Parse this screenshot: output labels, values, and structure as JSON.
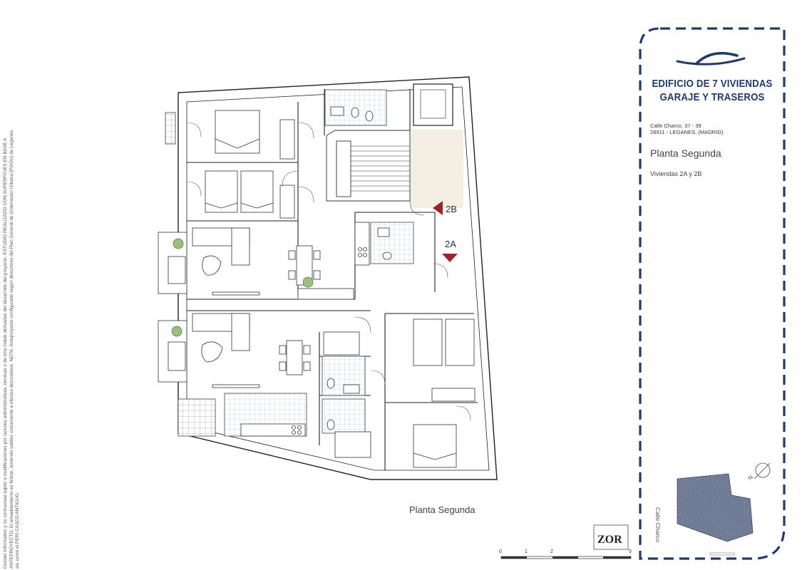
{
  "disclaimer": {
    "line1": "Dossier informativo y no contractual sujeto a modificaciones por razones administrativas, técnicas o de otra índole derivadas del desarrollo del proyecto. ESTUDIO REALIZADO CON SUPERFICIES EN BASE A",
    "line2": "ANTEPROYECTO. El amueblamiento es ficticio, teniendo validez únicamente a efectos decorativos. NOTA: Anteproyecto configurado según directrices del Plan General de Ordenación Urbana (PGOU) de Leganés,",
    "line3": "así como el PERI CASCO ANTIGUO."
  },
  "panel": {
    "title_line1": "EDIFICIO DE 7 VIVIENDAS",
    "title_line2": "GARAJE Y TRASEROS",
    "address_line1": "Calle Charco, 37 - 39",
    "address_line2": "28911 - LEGANES, (MADRID).",
    "floor": "Planta Segunda",
    "units": "Viviendas 2A y 2B",
    "street_label": "Calle Charco",
    "north_label": "N"
  },
  "plan": {
    "caption": "Planta Segunda",
    "unit_2b": "2B",
    "unit_2a": "2A"
  },
  "scale": {
    "ticks": [
      "0",
      "1",
      "2",
      "5"
    ]
  },
  "colors": {
    "brand_blue": "#1f3a6b",
    "marker_red": "#a0232a",
    "tile_blue": "#bcd3ea",
    "corridor": "#f4efe3"
  }
}
